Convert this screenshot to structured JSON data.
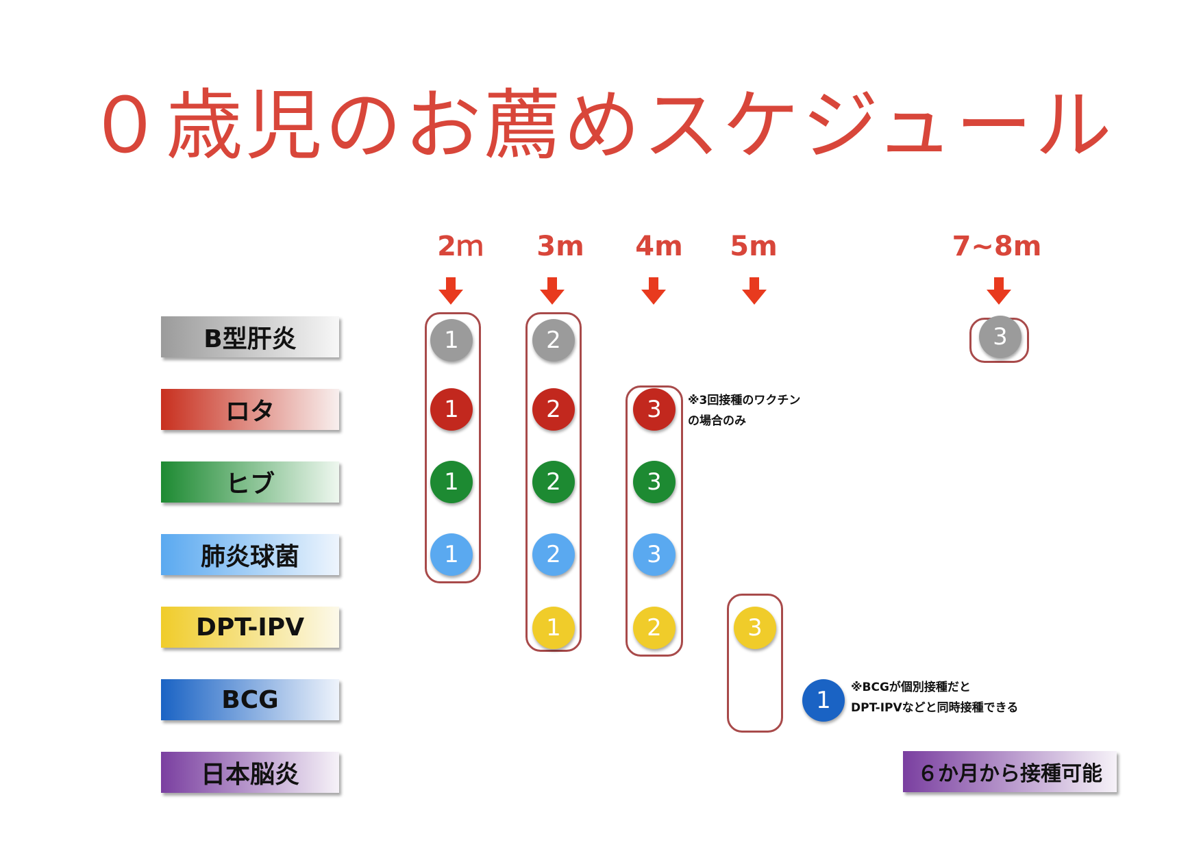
{
  "title": "０歳児のお薦めスケジュール",
  "months": [
    {
      "label": "2ｍ"
    },
    {
      "label": "3m"
    },
    {
      "label": "4m"
    },
    {
      "label": "5m"
    },
    {
      "label": "7~8m"
    }
  ],
  "colors": {
    "accent": "#d8463a",
    "hepb": "#9b9b9b",
    "rota": "#c2281e",
    "hib": "#1d8a32",
    "pneumo": "#5aa9f0",
    "dpt": "#f0cc2a",
    "bcg": "#1a63c4",
    "je": "#7a3fa0",
    "group_border": "#a84a4a"
  },
  "rows": [
    {
      "label": "B型肝炎",
      "color": "#9b9b9b",
      "doses": [
        {
          "month": "2ｍ",
          "number": "1"
        },
        {
          "month": "3m",
          "number": "2"
        },
        {
          "month": "7~8m",
          "number": "3"
        }
      ]
    },
    {
      "label": "ロタ",
      "color": "#c2281e",
      "doses": [
        {
          "month": "2ｍ",
          "number": "1"
        },
        {
          "month": "3m",
          "number": "2"
        },
        {
          "month": "4m",
          "number": "3"
        }
      ]
    },
    {
      "label": "ヒブ",
      "color": "#1d8a32",
      "doses": [
        {
          "month": "2ｍ",
          "number": "1"
        },
        {
          "month": "3m",
          "number": "2"
        },
        {
          "month": "4m",
          "number": "3"
        }
      ]
    },
    {
      "label": "肺炎球菌",
      "color": "#5aa9f0",
      "doses": [
        {
          "month": "2ｍ",
          "number": "1"
        },
        {
          "month": "3m",
          "number": "2"
        },
        {
          "month": "4m",
          "number": "3"
        }
      ]
    },
    {
      "label": "DPT-IPV",
      "color": "#f0cc2a",
      "doses": [
        {
          "month": "3m",
          "number": "1"
        },
        {
          "month": "4m",
          "number": "2"
        },
        {
          "month": "5m",
          "number": "3"
        }
      ]
    },
    {
      "label": "BCG",
      "color": "#1a63c4",
      "doses": [
        {
          "month": "(separate)",
          "number": "1"
        }
      ]
    },
    {
      "label": "日本脳炎",
      "color": "#7a3fa0",
      "doses": []
    }
  ],
  "notes": {
    "rota_note_line1": "※3回接種のワクチン",
    "rota_note_line2": "の場合のみ",
    "bcg_note_line1": "※BCGが個別接種だと",
    "bcg_note_line2": "DPT-IPVなどと同時接種できる",
    "je_badge": "６か月から接種可能"
  }
}
